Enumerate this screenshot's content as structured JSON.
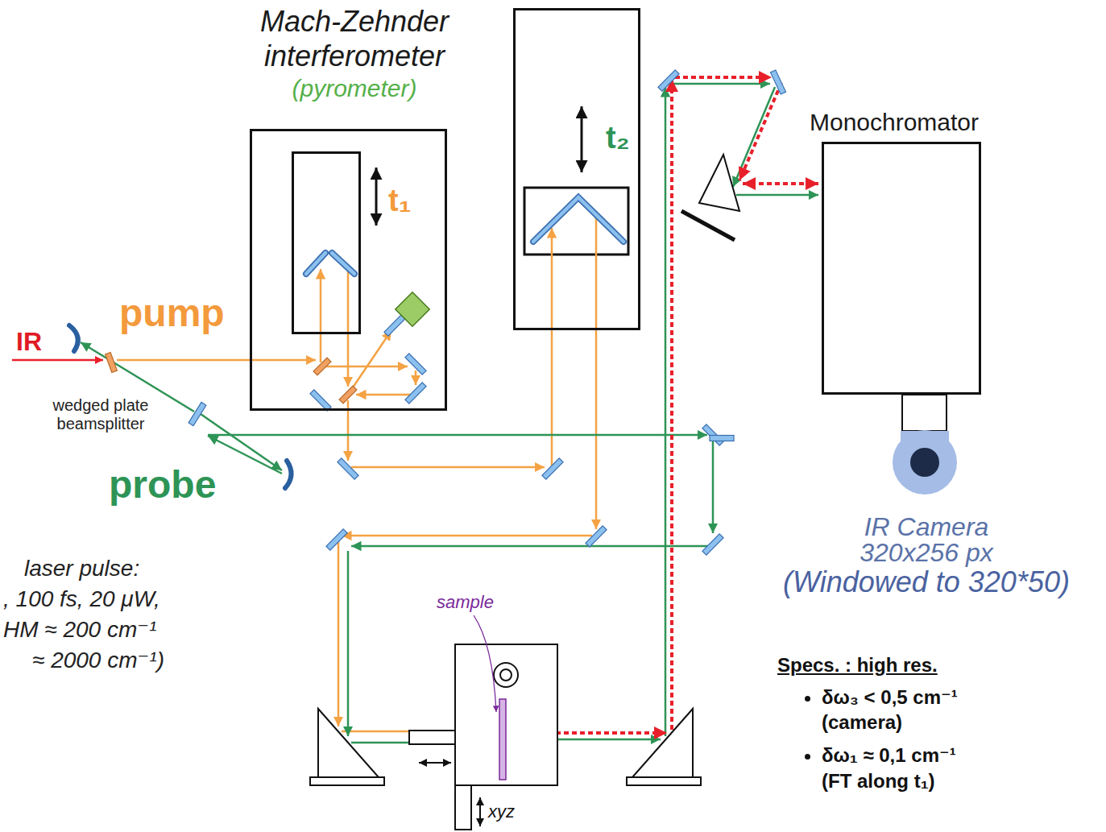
{
  "diagram": {
    "nodes": [
      {
        "text": [
          "Mach-Zehnder interferometer",
          "(pyrometer)"
        ]
      },
      {
        "text": [
          "t₁"
        ],
        "in": 0
      },
      {
        "text": [
          "t₂"
        ]
      },
      {
        "text": [
          "Monochromator"
        ]
      },
      {
        "text": [
          "IR Camera 320x256 px",
          "(Windowed to 320*50)"
        ]
      }
    ],
    "labels": [
      "IR",
      "pump",
      "wedged plate beamsplitter",
      "probe",
      "laser pulse:",
      ", 100 fs, 20 μW,",
      "HM ≈ 200 cm⁻¹",
      "≈ 2000 cm⁻¹)",
      "sample",
      "xyz",
      "Specs. : high res.",
      "δω₃ < 0,5 cm⁻¹ (camera)",
      "δω₁ ≈ 0,1 cm⁻¹ (FT along t₁)"
    ]
  }
}
